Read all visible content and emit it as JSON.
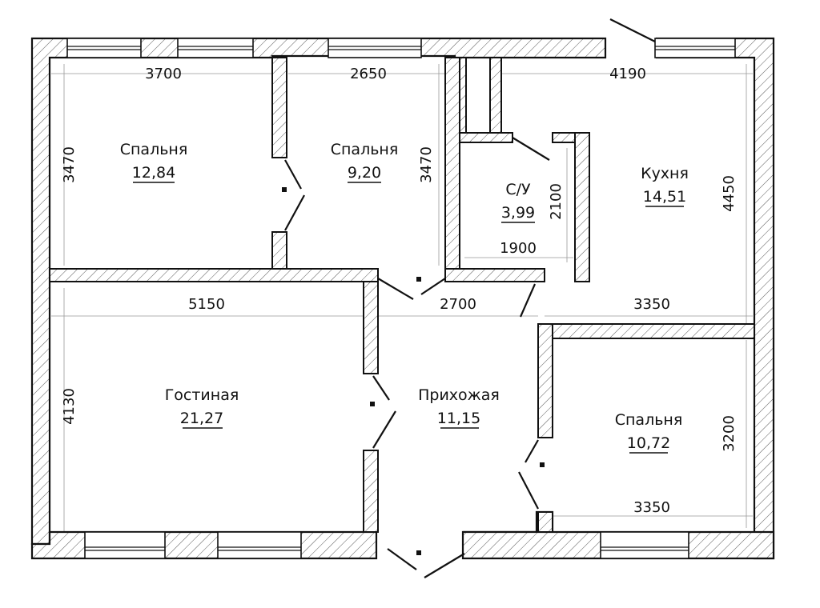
{
  "rooms": [
    {
      "name": "Спальня",
      "area": "12,84"
    },
    {
      "name": "Спальня",
      "area": "9,20"
    },
    {
      "name": "С/У",
      "area": "3,99"
    },
    {
      "name": "Кухня",
      "area": "14,51"
    },
    {
      "name": "Гостиная",
      "area": "21,27"
    },
    {
      "name": "Прихожая",
      "area": "11,15"
    },
    {
      "name": "Спальня",
      "area": "10,72"
    }
  ],
  "dimensions": {
    "bedroom1_width": "3700",
    "bedroom1_depth": "3470",
    "bedroom2_width": "2650",
    "bedroom2_depth": "3470",
    "kitchen_width_top": "4190",
    "kitchen_depth": "4450",
    "bath_height": "2100",
    "bath_width": "1900",
    "living_width": "5150",
    "living_depth": "4130",
    "hall_width": "2700",
    "kitchen_width_bottom": "3350",
    "bedroom3_depth": "3200",
    "bedroom3_width": "3350"
  }
}
